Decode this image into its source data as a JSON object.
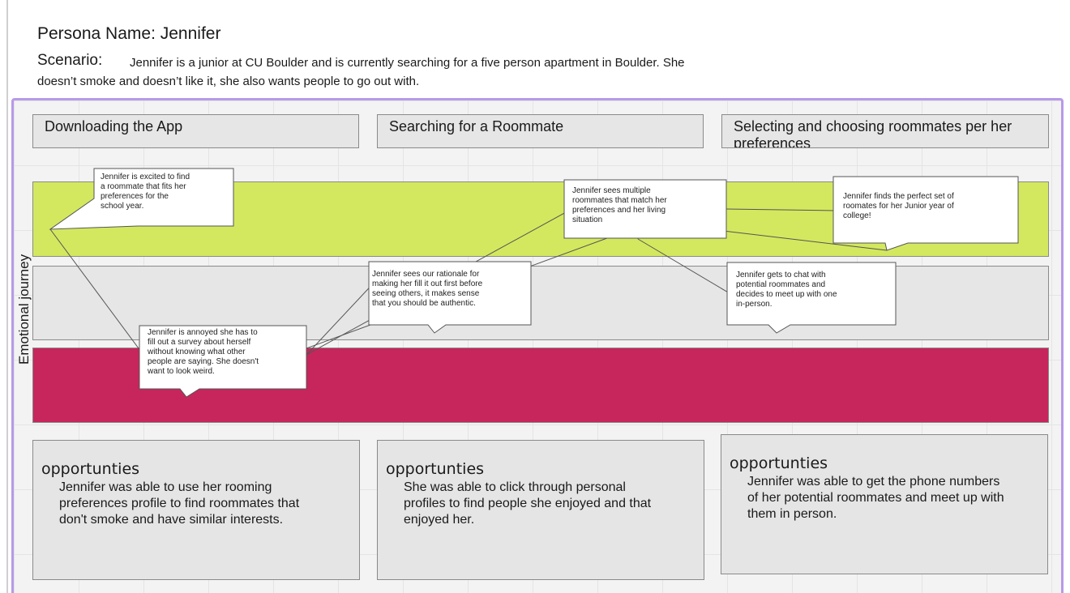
{
  "header": {
    "persona_name": "Persona Name: Jennifer",
    "scenario_label": "Scenario:",
    "scenario_line1": "Jennifer is a junior at CU Boulder and is currently searching for a five person apartment in Boulder. She",
    "scenario_line2": "doesn’t smoke and doesn’t like it, she also wants people to go out with."
  },
  "stages": [
    "Downloading the App",
    "Searching for a Roommate",
    "Selecting and choosing roommates per her preferences"
  ],
  "emotion_axis_label": "Emotional journey",
  "emotion_bands": {
    "positive_color": "#d4e85f",
    "neutral_color": "#e6e6e6",
    "negative_color": "#c6265c"
  },
  "callouts": {
    "excited": {
      "lines": [
        "Jennifer is excited to find",
        "a roommate that fits her",
        "preferences for the",
        "school year."
      ],
      "level": "positive"
    },
    "annoyed": {
      "lines": [
        "Jennifer is annoyed she has to",
        "fill out a survey about herself",
        "without knowing what other",
        "people are saying. She doesn't",
        "want to look weird."
      ],
      "level": "negative"
    },
    "rationale": {
      "lines": [
        "Jennifer sees our rationale for",
        "making her fill it out first before",
        "seeing others, it makes sense",
        "that you should be authentic."
      ],
      "level": "neutral"
    },
    "matches": {
      "lines": [
        "Jennifer sees multiple",
        "roommates that match her",
        "preferences and her living",
        "situation"
      ],
      "level": "positive"
    },
    "chat": {
      "lines": [
        "Jennifer gets to chat with",
        "potential roommates and",
        "decides to meet up with one",
        "in-person."
      ],
      "level": "neutral"
    },
    "perfect": {
      "lines": [
        "Jennifer finds the perfect set of",
        "roomates for her Junior year of",
        "college!"
      ],
      "level": "positive"
    }
  },
  "opportunities": [
    {
      "title": "opportunties",
      "body": "Jennifer was able to use her rooming preferences profile to find roommates that don't smoke and have similar interests."
    },
    {
      "title": "opportunties",
      "body": "She was able to click through personal profiles to find people she enjoyed and that enjoyed her."
    },
    {
      "title": "opportunties",
      "body": "Jennifer was able to get the phone numbers of her potential roommates and meet up with them in person."
    }
  ],
  "colors": {
    "board_border": "#b89ae8",
    "board_background": "#f3f3f3"
  }
}
